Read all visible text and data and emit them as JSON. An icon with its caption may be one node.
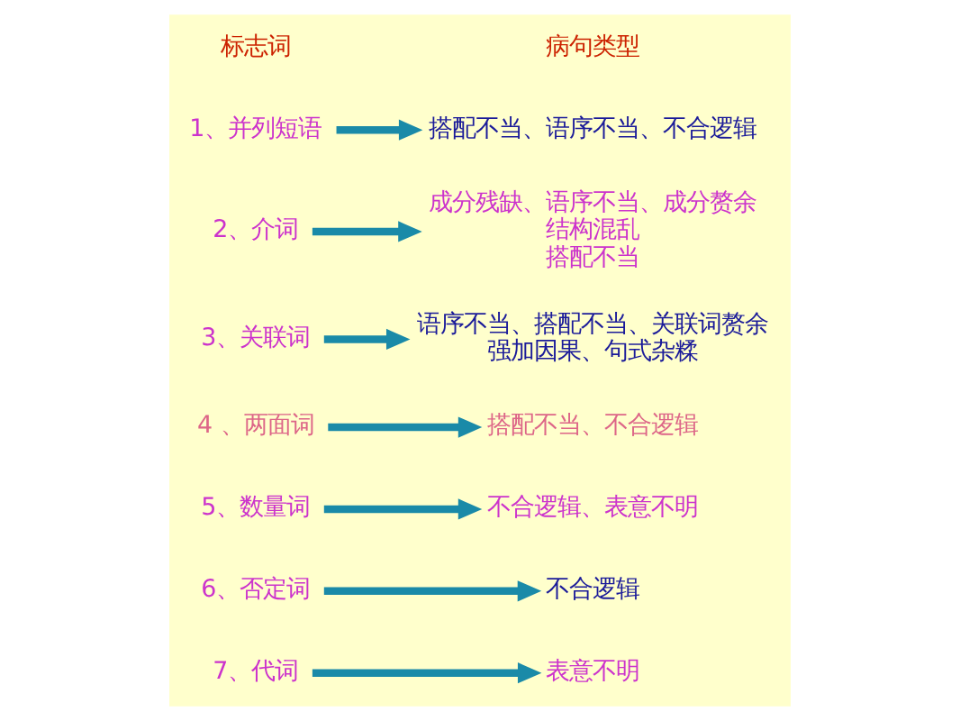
{
  "diagram": {
    "nodes": [
      {
        "text": [
          "1、并列短语"
        ]
      },
      {
        "text": [
          "搭配不当、语序不当、不合逻辑"
        ]
      },
      {
        "text": [
          "2、介词"
        ]
      },
      {
        "text": [
          "成分残缺、语序不当、成分赘余",
          "结构混乱",
          "搭配不当"
        ]
      },
      {
        "text": [
          "3、关联词"
        ]
      },
      {
        "text": [
          "语序不当、搭配不当、关联词赘余",
          "强加因果、句式杂糅"
        ]
      },
      {
        "text": [
          "4 、两面词"
        ]
      },
      {
        "text": [
          "搭配不当、不合逻辑"
        ]
      },
      {
        "text": [
          "5、数量词"
        ]
      },
      {
        "text": [
          "不合逻辑、表意不明"
        ]
      },
      {
        "text": [
          "6、否定词"
        ]
      },
      {
        "text": [
          "不合逻辑"
        ]
      },
      {
        "text": [
          "7、代词"
        ]
      },
      {
        "text": [
          "表意不明"
        ]
      }
    ],
    "edges": [
      {
        "from": 0,
        "to": 1,
        "arrow": "to"
      },
      {
        "from": 2,
        "to": 3,
        "arrow": "to"
      },
      {
        "from": 4,
        "to": 5,
        "arrow": "to"
      },
      {
        "from": 6,
        "to": 7,
        "arrow": "to"
      },
      {
        "from": 8,
        "to": 9,
        "arrow": "to"
      },
      {
        "from": 10,
        "to": 11,
        "arrow": "to"
      },
      {
        "from": 12,
        "to": 13,
        "arrow": "to"
      }
    ],
    "labels": [
      "标志词",
      "病句类型"
    ]
  }
}
